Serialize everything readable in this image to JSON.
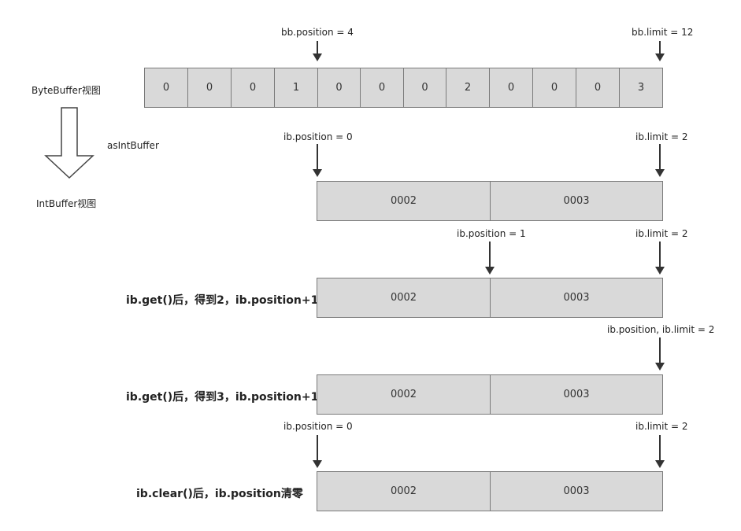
{
  "views": {
    "byte_view_label": "ByteBuffer视图",
    "conversion_label": "asIntBuffer",
    "int_view_label": "IntBuffer视图"
  },
  "byte_buffer": {
    "cells": [
      "0",
      "0",
      "0",
      "1",
      "0",
      "0",
      "0",
      "2",
      "0",
      "0",
      "0",
      "3"
    ],
    "position_label": "bb.position = 4",
    "limit_label": "bb.limit = 12"
  },
  "int_buffer_states": [
    {
      "caption": "",
      "cells": [
        "0002",
        "0003"
      ],
      "position_label": "ib.position = 0",
      "limit_label": "ib.limit = 2"
    },
    {
      "caption": "ib.get()后，得到2，ib.position+1",
      "cells": [
        "0002",
        "0003"
      ],
      "position_label": "ib.position = 1",
      "limit_label": "ib.limit = 2"
    },
    {
      "caption": "ib.get()后，得到3，ib.position+1",
      "cells": [
        "0002",
        "0003"
      ],
      "combined_label": "ib.position, ib.limit = 2"
    },
    {
      "caption": "ib.clear()后，ib.position清零",
      "cells": [
        "0002",
        "0003"
      ],
      "position_label": "ib.position = 0",
      "limit_label": "ib.limit = 2"
    }
  ]
}
